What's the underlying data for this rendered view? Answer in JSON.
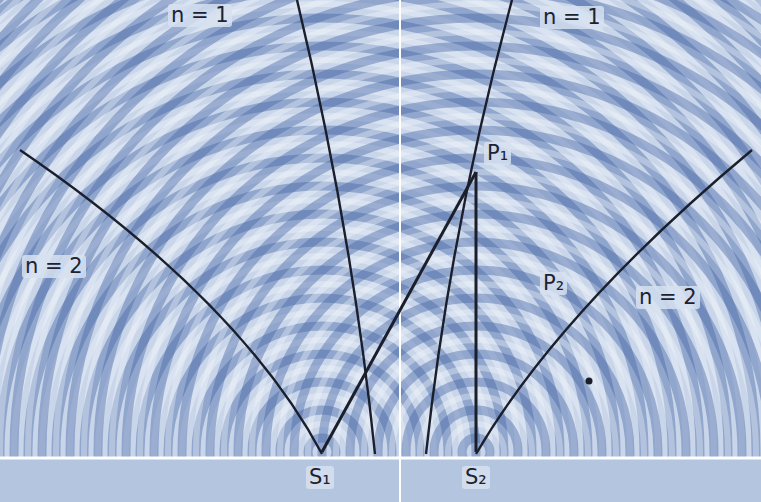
{
  "diagram": {
    "labels": [
      "n = 1",
      "n = 1",
      "n = 2",
      "n = 2",
      "P₁",
      "P₂",
      "S₁",
      "S₂"
    ]
  }
}
